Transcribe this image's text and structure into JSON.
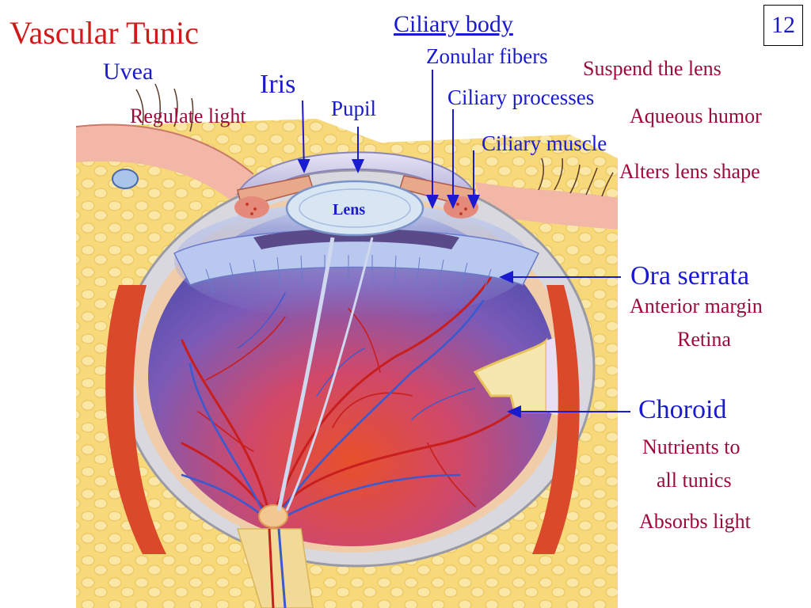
{
  "slide_number": "12",
  "title": "Vascular Tunic",
  "subtitle": "Uvea",
  "labels": {
    "iris": "Iris",
    "regulate_light": "Regulate light",
    "pupil": "Pupil",
    "ciliary_body": "Ciliary body",
    "zonular_fibers": "Zonular fibers",
    "suspend_lens": "Suspend the lens",
    "ciliary_processes": "Ciliary processes",
    "aqueous_humor": "Aqueous humor",
    "ciliary_muscle": "Ciliary muscle",
    "alters_lens_shape": "Alters lens shape",
    "lens": "Lens",
    "ora_serrata": "Ora serrata",
    "anterior_margin": "Anterior margin",
    "retina": "Retina",
    "choroid": "Choroid",
    "nutrients_to": "Nutrients to",
    "all_tunics": "all tunics",
    "absorbs_light": "Absorbs light"
  },
  "colors": {
    "title": "#d01a1a",
    "label_blue": "#1a1ad0",
    "note_red": "#9c0a3a",
    "arrow": "#1a1ad0"
  }
}
